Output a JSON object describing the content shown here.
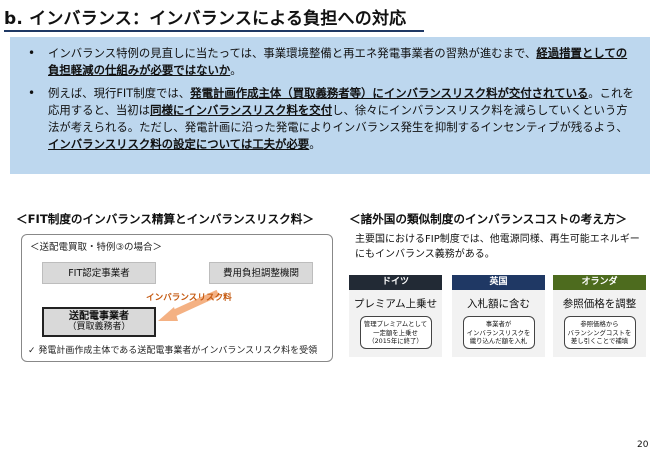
{
  "page": {
    "title": "b. インバランス：インバランスによる負担への対応",
    "number": "20"
  },
  "summary": {
    "bullet1": {
      "p1": "インバランス特例の見直しに当たっては、事業環境整備と再エネ発電事業者の習熟が進むまで、",
      "u1": "経過措置としての負担軽減の仕組みが必要ではないか",
      "p2": "。"
    },
    "bullet2": {
      "p1": "例えば、現行FIT制度では、",
      "u1": "発電計画作成主体（買取義務者等）にインバランスリスク料が交付されている",
      "p2": "。これを応用すると、当初は",
      "u2": "同様にインバランスリスク料を交付",
      "p3": "し、徐々にインバランスリスク料を減らしていくという方法が考えられる。ただし、発電計画に沿った発電によりインバランス発生を抑制するインセンティブが残るよう、",
      "u3": "インバランスリスク料の設定については工夫が必要",
      "p4": "。"
    }
  },
  "left": {
    "title": "＜FIT制度のインバランス精算とインバランスリスク料＞",
    "caption": "＜送配電買取・特例③の場合＞",
    "box_fit": "FIT認定事業者",
    "box_adj": "費用負担調整機関",
    "arrow_label": "インバランスリスク料",
    "box_tdo_main": "送配電事業者",
    "box_tdo_sub": "（買取義務者）",
    "note": "✓ 発電計画作成主体である送配電事業者がインバランスリスク料を受領"
  },
  "right": {
    "title": "＜諸外国の類似制度のインバランスコストの考え方＞",
    "intro": "主要国におけるFIP制度では、他電源同様、再生可能エネルギーにもインバランス義務がある。",
    "cards": [
      {
        "country": "ドイツ",
        "title": "プレミアム上乗せ",
        "desc1": "管理プレミアムとして",
        "desc2": "一定額を上乗せ",
        "desc3": "（2015年に終了）"
      },
      {
        "country": "英国",
        "title": "入札額に含む",
        "desc1": "事業者が",
        "desc2": "インバランスリスクを",
        "desc3": "織り込んだ額を入札"
      },
      {
        "country": "オランダ",
        "title": "参照価格を調整",
        "desc1": "参照価格から",
        "desc2": "バランシングコストを",
        "desc3": "差し引くことで補填"
      }
    ]
  },
  "colors": {
    "summary_bg": "#bdd7ee",
    "title_rule": "#1f3864",
    "arrow": "#f4b183",
    "germany_head": "#222a35",
    "uk_head": "#1f3864",
    "netherlands_head": "#4d6b1e"
  }
}
